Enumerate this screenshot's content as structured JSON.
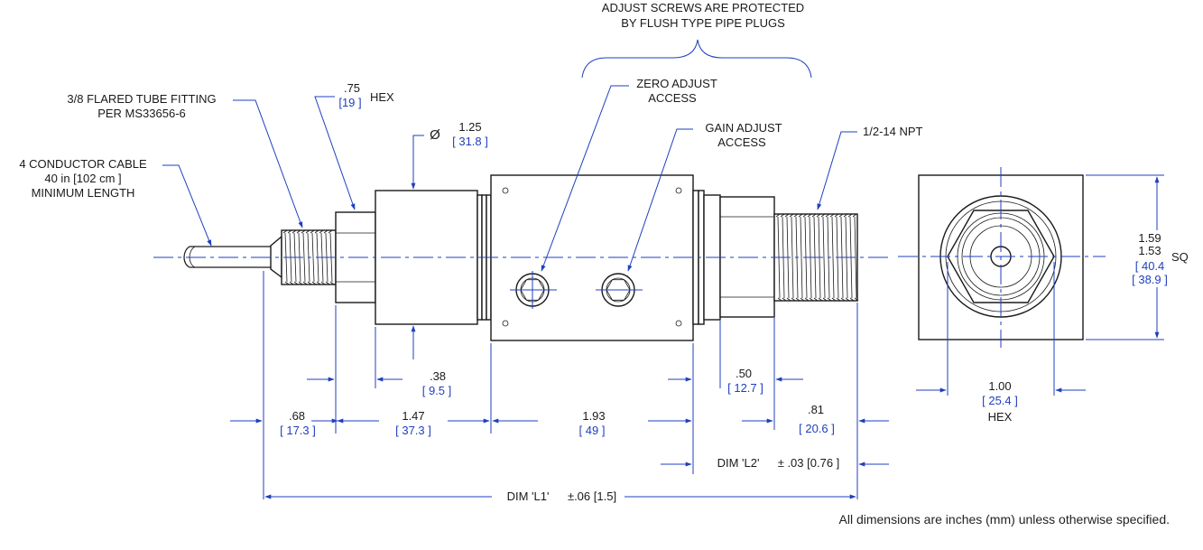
{
  "colors": {
    "line": "#1a1a1a",
    "dimension": "#1f3fbf",
    "background": "#ffffff"
  },
  "callouts": {
    "adjust_screws_line1": "ADJUST SCREWS ARE PROTECTED",
    "adjust_screws_line2": "BY FLUSH TYPE PIPE PLUGS",
    "zero_line1": "ZERO ADJUST",
    "zero_line2": "ACCESS",
    "gain_line1": "GAIN ADJUST",
    "gain_line2": "ACCESS",
    "npt": "1/2-14 NPT",
    "fitting_line1": "3/8 FLARED TUBE FITTING",
    "fitting_line2": "PER MS33656-6",
    "cable_line1": "4 CONDUCTOR CABLE",
    "cable_line2": "40 in [102 cm ]",
    "cable_line3": "MINIMUM LENGTH"
  },
  "dimensions": {
    "hex_in": ".75",
    "hex_mm": "[19 ]",
    "hex_label": "HEX",
    "dia_symbol": "Ø",
    "dia_in": "1.25",
    "dia_mm": "[ 31.8 ]",
    "d038_in": ".38",
    "d038_mm": "[ 9.5 ]",
    "d050_in": ".50",
    "d050_mm": "[ 12.7 ]",
    "d068_in": ".68",
    "d068_mm": "[ 17.3 ]",
    "d147_in": "1.47",
    "d147_mm": "[ 37.3 ]",
    "d193_in": "1.93",
    "d193_mm": "[ 49 ]",
    "d081_in": ".81",
    "d081_mm": "[ 20.6 ]",
    "l2_label": "DIM 'L2'",
    "l2_tol": "± .03 [0.76 ]",
    "l1_label": "DIM 'L1'",
    "l1_tol": "±.06 [1.5]",
    "sq_in1": "1.59",
    "sq_in2": "1.53",
    "sq_mm1": "[ 40.4",
    "sq_mm2": "[ 38.9 ]",
    "sq_label": "SQ",
    "hex100_in": "1.00",
    "hex100_mm": "[ 25.4 ]",
    "hex100_label": "HEX"
  },
  "footnote": "All dimensions are inches (mm) unless otherwise specified."
}
